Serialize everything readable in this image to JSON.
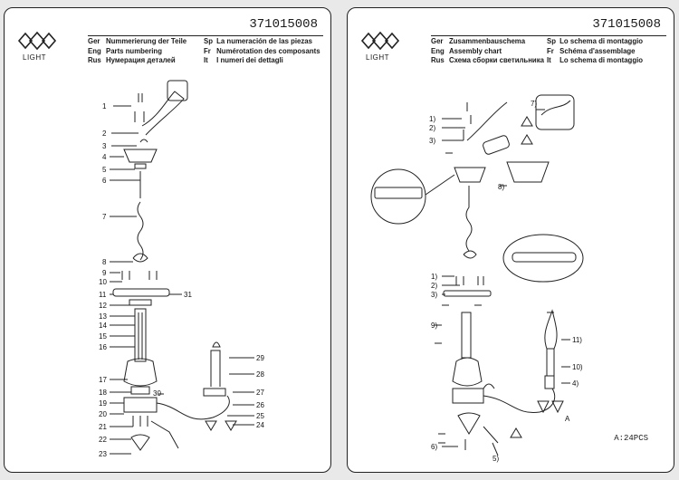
{
  "left_page": {
    "doc_number": "371015008",
    "brand": "LIGHT",
    "languages": [
      {
        "code": "Ger",
        "text": "Nummerierung der Teile",
        "code2": "Sp",
        "text2": "La numeración de las piezas"
      },
      {
        "code": "Eng",
        "text": "Parts numbering",
        "code2": "Fr",
        "text2": "Numérotation des composants"
      },
      {
        "code": "Rus",
        "text": "Нумерация деталей",
        "code2": "It",
        "text2": "I numeri dei dettagli"
      }
    ],
    "part_labels": [
      "1",
      "2",
      "3",
      "4",
      "5",
      "6",
      "7",
      "8",
      "9",
      "10",
      "11",
      "12",
      "13",
      "14",
      "15",
      "16",
      "17",
      "18",
      "19",
      "20",
      "21",
      "22",
      "23",
      "24",
      "25",
      "26",
      "27",
      "28",
      "29",
      "30",
      "31"
    ]
  },
  "right_page": {
    "doc_number": "371015008",
    "brand": "LIGHT",
    "languages": [
      {
        "code": "Ger",
        "text": "Zusammenbauschema",
        "code2": "Sp",
        "text2": "Lo schema di montaggio"
      },
      {
        "code": "Eng",
        "text": "Assembly chart",
        "code2": "Fr",
        "text2": "Schéma d'assemblage"
      },
      {
        "code": "Rus",
        "text": "Схема сборки светильника",
        "code2": "It",
        "text2": "Lo schema di montaggio"
      }
    ],
    "step_labels": [
      "1)",
      "2)",
      "3)",
      "7)",
      "8)",
      "1)",
      "2)",
      "3)",
      "9)",
      "11)",
      "10)",
      "4)",
      "6)",
      "5)"
    ],
    "crystal_label": "A",
    "note": "A:24PCS"
  },
  "colors": {
    "line": "#222222",
    "paper": "#ffffff",
    "background": "#e9e9e9"
  }
}
